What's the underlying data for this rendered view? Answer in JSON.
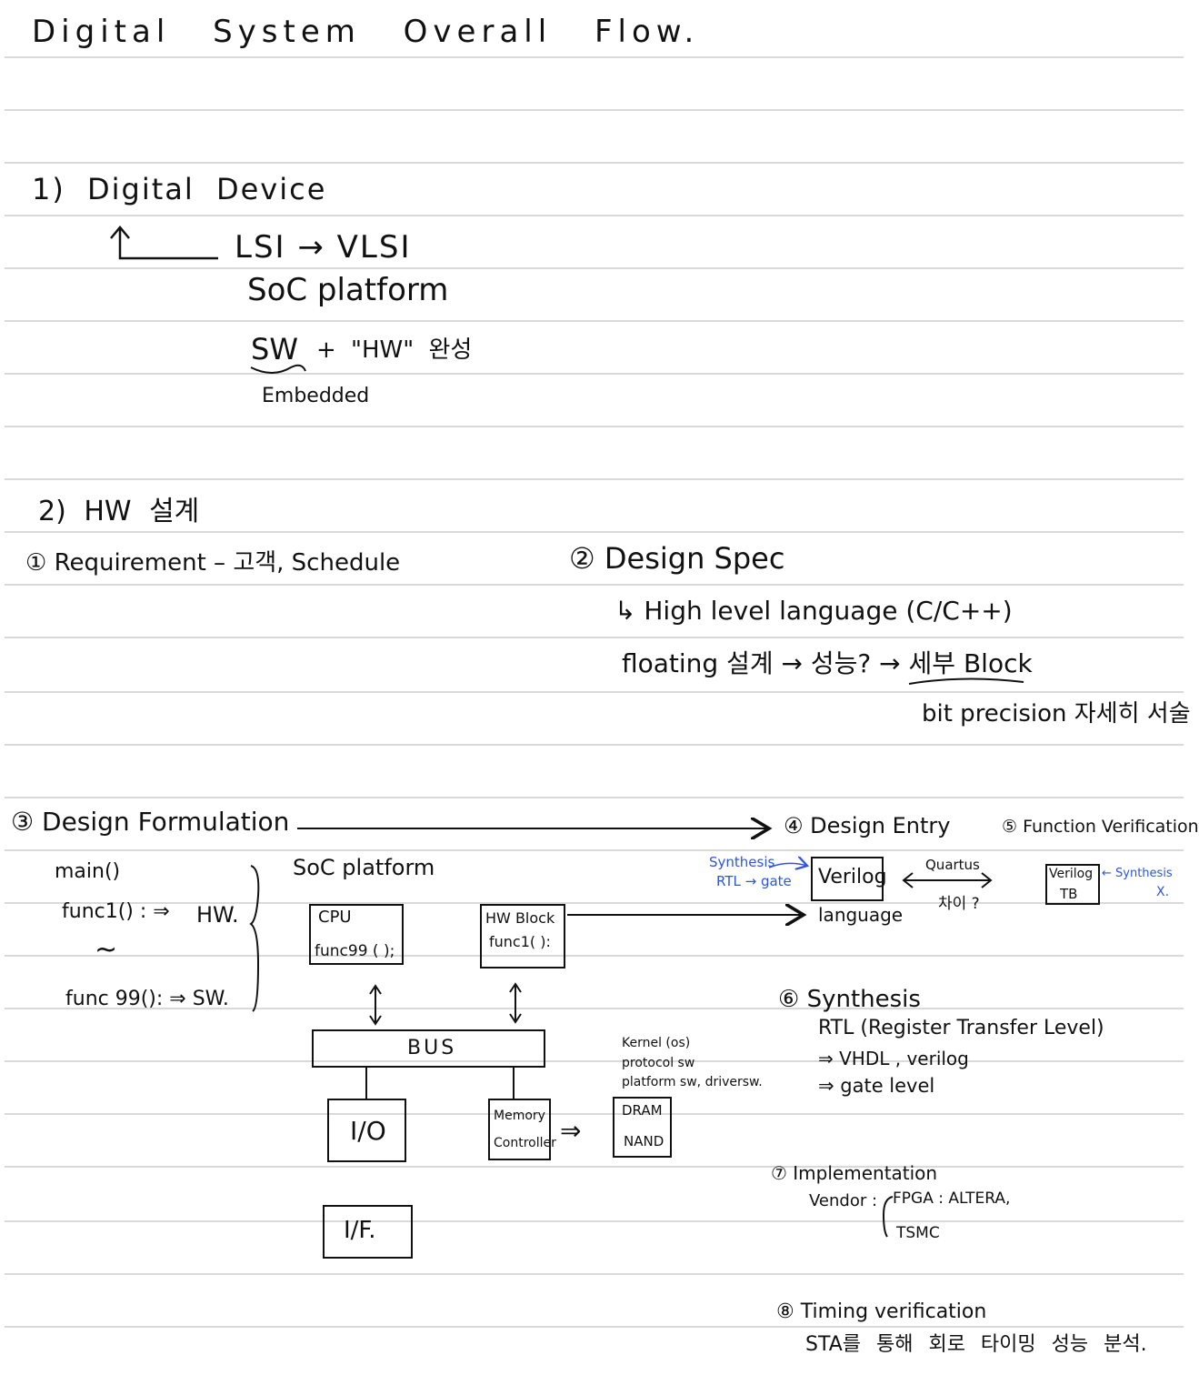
{
  "title": "Digital   System   Overall   Flow.",
  "sec1": {
    "heading": "1) Digital  Device",
    "l1": "LSI → VLSI",
    "l2": "SoC  platform",
    "l3a": "SW",
    "l3b": "+  \"HW\"  완성",
    "l4": "Embedded"
  },
  "sec2": {
    "heading": "2)  HW  설계",
    "req": "① Requirement   –  고객, Schedule",
    "spec": "② Design  Spec",
    "spec_l1": "↳ High  level  language (C/C++)",
    "spec_l2": "floating  설계 → 성능? → 세부  Block",
    "spec_l3": "bit  precision  자세히  서술"
  },
  "sec3": {
    "formulation": "③ Design  Formulation",
    "main": "main()",
    "func1": "func1() : ⇒",
    "hw": "HW.",
    "tilde": "~",
    "func99": "func 99():  ⇒ SW.",
    "soc": "SoC  platform",
    "cpu_l1": "CPU",
    "cpu_l2": "func99 ( );",
    "hwblock_l1": "HW Block",
    "hwblock_l2": "func1( ):",
    "bus": "BUS",
    "io": "I/O",
    "mem_l1": "Memory",
    "mem_l2": "Controller",
    "mem_arrow": "⇒",
    "dram": "DRAM",
    "nand": "NAND",
    "sw_l1": "Kernel (os)",
    "sw_l2": "protocol  sw",
    "sw_l3": "platform  sw,  driversw.",
    "iff": "I/F."
  },
  "sec4": {
    "entry": "④ Design Entry",
    "synth_blue": "Synthesis",
    "rtl_blue": "RTL → gate",
    "verilog": "Verilog",
    "language": "language",
    "quartus": "Quartus",
    "diff": "차이 ?"
  },
  "sec5": {
    "verification": "⑤ Function  Verification",
    "verilog_tb_l1": "Verilog",
    "verilog_tb_l2": "TB",
    "synth_blue": "← Synthesis",
    "x_blue": "X."
  },
  "sec6": {
    "heading": "⑥ Synthesis",
    "l1": "RTL (Register  Transfer  Level)",
    "l2": "⇒ VHDL , verilog",
    "l3": "⇒  gate  level"
  },
  "sec7": {
    "heading": "⑦ Implementation",
    "vendor": "Vendor :",
    "fpga": "FPGA :  ALTERA,",
    "tsmc": "TSMC"
  },
  "sec8": {
    "heading": "⑧ Timing  verification",
    "l1": "STA를  통해  회로  타이밍  성능  분석."
  },
  "colors": {
    "ink": "#111111",
    "rule": "#d9d9d9",
    "annotation": "#2d55e0"
  }
}
